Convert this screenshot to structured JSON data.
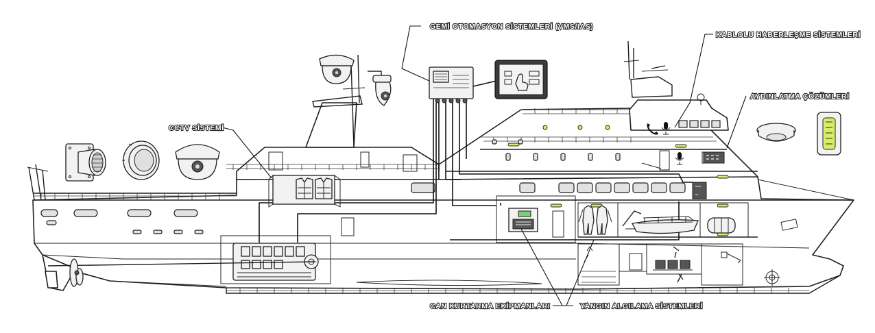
{
  "labels": {
    "automation": "GEMİ OTOMASYON SİSTEMLERİ (VMS/IAS)",
    "comms": "KABLOLU HABERLEŞME SİSTEMLERİ",
    "cctv": "CCTV SİSTEMİ",
    "lighting": "AYDINLATMA ÇÖZÜMLERİ",
    "lifesaving": "CAN KURTARMA EKİPMANLARI",
    "fire": "YANGIN ALGILAMA SİSTEMLERİ"
  },
  "icons": [
    "marine-floodlight-icon",
    "recessed-downlight-icon",
    "dome-camera-icon",
    "ptz-camera-icon",
    "automation-controller-icon",
    "touch-panel-icon",
    "telephone-icon",
    "microphone-icon",
    "fire-alarm-panel-icon",
    "life-jacket-icon",
    "immersion-suit-icon",
    "lifeboat-icon",
    "propeller-icon"
  ],
  "colors": {
    "line": "#1e1e1e",
    "lamp_accent": "#d8ec6a",
    "screen_accent": "#7ad07a"
  }
}
